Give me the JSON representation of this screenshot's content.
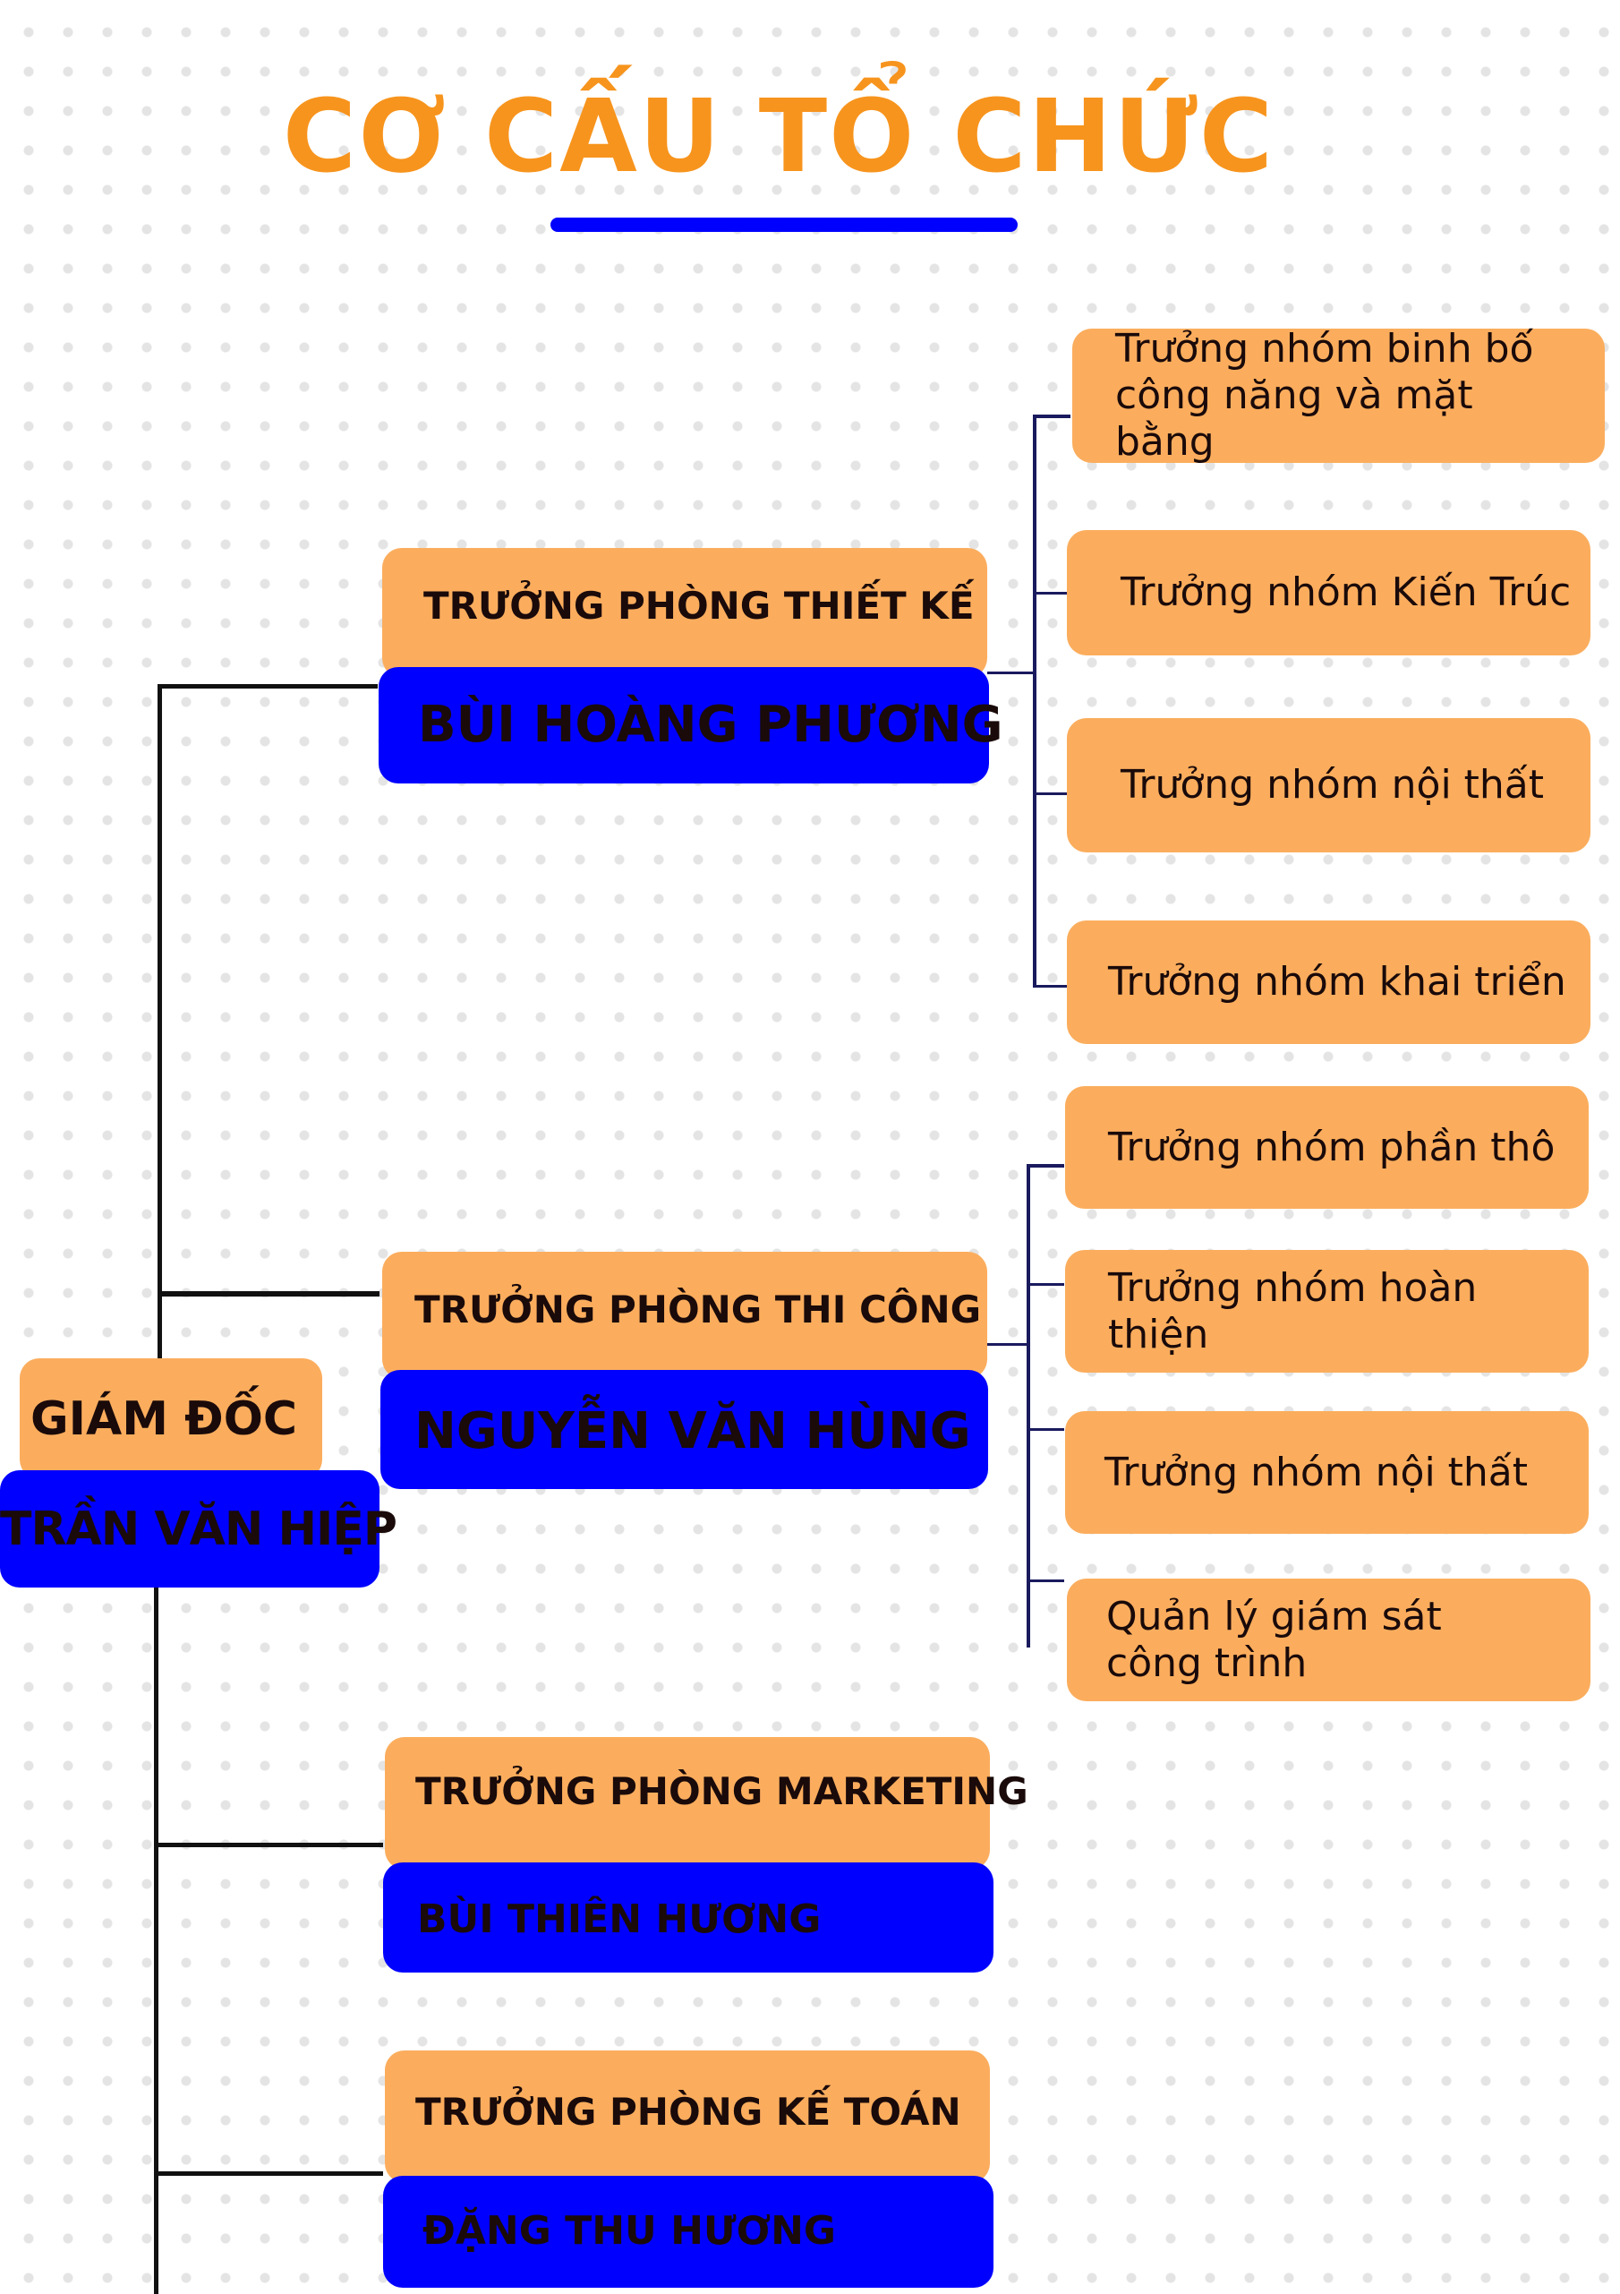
{
  "title": "CƠ CẤU TỔ CHỨC",
  "director": {
    "role": "GIÁM ĐỐC",
    "name": "TRẦN VĂN HIỆP"
  },
  "departments": [
    {
      "role": "TRƯỞNG PHÒNG THIẾT KẾ",
      "name": "BÙI HOÀNG PHƯƠNG",
      "teams": [
        "Trưởng nhóm binh bố công năng và mặt bằng",
        "Trưởng nhóm Kiến Trúc",
        "Trưởng nhóm nội thất",
        "Trưởng nhóm khai triển"
      ]
    },
    {
      "role": "TRƯỞNG PHÒNG THI CÔNG",
      "name": "NGUYỄN VĂN HÙNG",
      "teams": [
        "Trưởng nhóm phần thô",
        "Trưởng nhóm hoàn thiện",
        "Trưởng nhóm nội thất",
        "Quản lý giám sát công trình"
      ]
    },
    {
      "role": "TRƯỞNG PHÒNG MARKETING",
      "name": "BÙI THIÊN HƯƠNG",
      "teams": []
    },
    {
      "role": "TRƯỞNG PHÒNG KẾ TOÁN",
      "name": "ĐẶNG THU HƯƠNG",
      "teams": []
    }
  ],
  "colors": {
    "title": "#f7941d",
    "role_box": "#fbad5d",
    "name_box": "#0000ff",
    "text": "#1a0a0a",
    "connector": "#111111",
    "team_connector": "#1a1a5e"
  }
}
